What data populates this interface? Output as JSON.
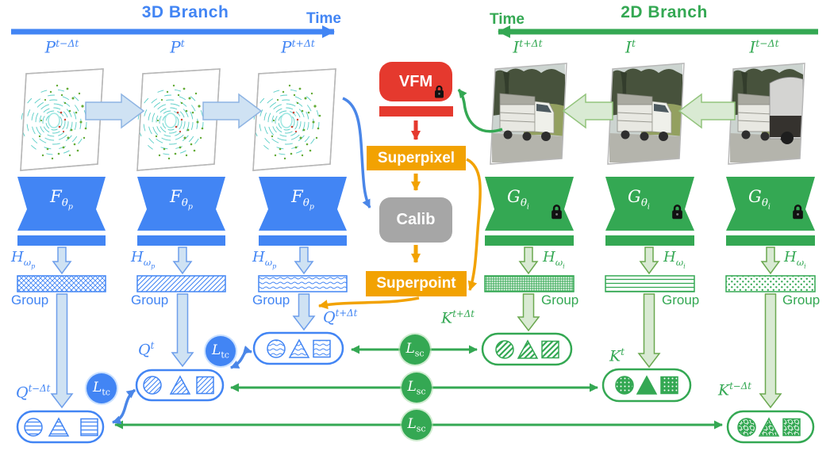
{
  "header": {
    "branch3d_title": "3D Branch",
    "branch3d_time": "Time",
    "branch2d_title": "2D Branch",
    "branch2d_time": "Time"
  },
  "frames3d": [
    {
      "base": "P",
      "sup": "t−Δt"
    },
    {
      "base": "P",
      "sup": "t"
    },
    {
      "base": "P",
      "sup": "t+Δt"
    }
  ],
  "frames2d": [
    {
      "base": "I",
      "sup": "t+Δt"
    },
    {
      "base": "I",
      "sup": "t"
    },
    {
      "base": "I",
      "sup": "t−Δt"
    }
  ],
  "encoder3d": {
    "main": "F",
    "sub": "θ",
    "subsub": "p"
  },
  "head3d": {
    "main": "H",
    "sub": "ω",
    "subsub": "p"
  },
  "encoder2d": {
    "main": "G",
    "sub": "θ",
    "subsub": "i"
  },
  "head2d": {
    "main": "H",
    "sub": "ω",
    "subsub": "i"
  },
  "group_label": "Group",
  "middle": {
    "vfm": "VFM",
    "superpixel": "Superpixel",
    "calib": "Calib",
    "superpoint": "Superpoint"
  },
  "outputs3d": [
    {
      "base": "Q",
      "sup": "t−Δt"
    },
    {
      "base": "Q",
      "sup": "t"
    },
    {
      "base": "Q",
      "sup": "t+Δt"
    }
  ],
  "outputs2d": [
    {
      "base": "K",
      "sup": "t+Δt"
    },
    {
      "base": "K",
      "sup": "t"
    },
    {
      "base": "K",
      "sup": "t−Δt"
    }
  ],
  "losses": {
    "temporal": {
      "main": "L",
      "sub": "tc"
    },
    "spatial": {
      "main": "L",
      "sub": "sc"
    }
  },
  "icons": {
    "lock": "lock-icon"
  },
  "colors": {
    "blue": "#4285f4",
    "green": "#34a853",
    "lightBlue": "#cfe2f3",
    "lightGreen": "#d9ead3",
    "blueSoft": "#8eb4e3",
    "greenSoft": "#93c47d",
    "yellow": "#f2a202",
    "red": "#e5392e",
    "gray": "#a6a6a6",
    "lidarCyan": "#3ec6be",
    "lidarGreen": "#63ab35"
  }
}
